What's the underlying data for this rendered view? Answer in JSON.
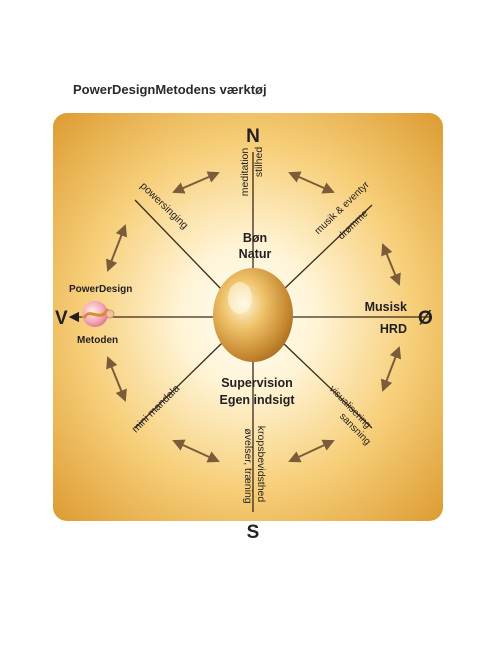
{
  "title": "PowerDesignMetodens værktøj",
  "compass": {
    "north": "N",
    "south": "S",
    "east": "Ø",
    "west": "V"
  },
  "center": {
    "top_line1": "Bøn",
    "top_line2": "Natur",
    "bottom_line1": "Supervision",
    "bottom_line2": "Egen indsigt"
  },
  "east": {
    "line1": "Musisk",
    "line2": "HRD"
  },
  "west": {
    "line1": "PowerDesign",
    "line2": "Metoden"
  },
  "spokes": {
    "north_left": "meditation",
    "north_right": "stilhed",
    "northeast_upper": "musik & eventyr",
    "northeast_lower": "drømme",
    "southeast_upper": "visualisering",
    "southeast_lower": "sansning",
    "south_left": "øvelser, træning",
    "south_right": "kropsbevidsthed",
    "southwest": "mini mandala",
    "northwest": "powersinging"
  },
  "colors": {
    "panel_light": "#fff8e6",
    "panel_mid": "#f5c970",
    "panel_dark": "#d99a2e",
    "egg_light": "#fff3d1",
    "egg_mid": "#e8b455",
    "egg_dark": "#a86c1c",
    "line": "#3a2a1a",
    "arrow": "#7a5c3a"
  }
}
